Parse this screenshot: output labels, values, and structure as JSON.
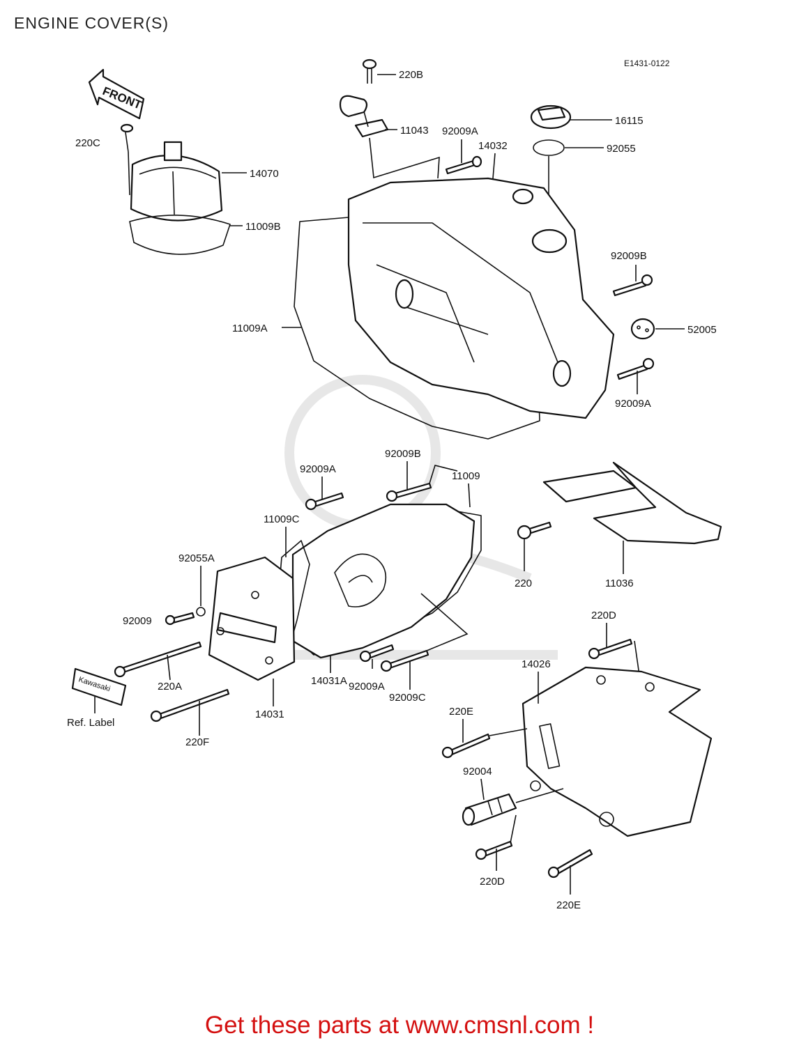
{
  "header": {
    "title": "ENGINE COVER(S)"
  },
  "diagram": {
    "diagram_code": "E1431-0122",
    "front_arrow_text": "FRONT",
    "brand_label_text": "Kawasaki",
    "ref_label": "Ref. Label",
    "parts": {
      "p220B": "220B",
      "p11043": "11043",
      "p92009A_top": "92009A",
      "p14032": "14032",
      "p16115": "16115",
      "p92055": "92055",
      "p220C": "220C",
      "p14070": "14070",
      "p11009B": "11009B",
      "p92009B_right": "92009B",
      "p11009A": "11009A",
      "p52005": "52005",
      "p92009A_right": "92009A",
      "p92009A_mid": "92009A",
      "p92009B_mid": "92009B",
      "p11009": "11009",
      "p11009C": "11009C",
      "p92055A": "92055A",
      "p220": "220",
      "p11036": "11036",
      "p92009": "92009",
      "p220D_top": "220D",
      "p14026": "14026",
      "p220A": "220A",
      "p14031": "14031",
      "p14031A": "14031A",
      "p92009A_bottom": "92009A",
      "p92009C": "92009C",
      "p220F": "220F",
      "p220E_top": "220E",
      "p92004": "92004",
      "p220D_bottom": "220D",
      "p220E_bottom": "220E"
    }
  },
  "footer": {
    "promo_text": "Get these parts at www.cmsnl.com !"
  }
}
